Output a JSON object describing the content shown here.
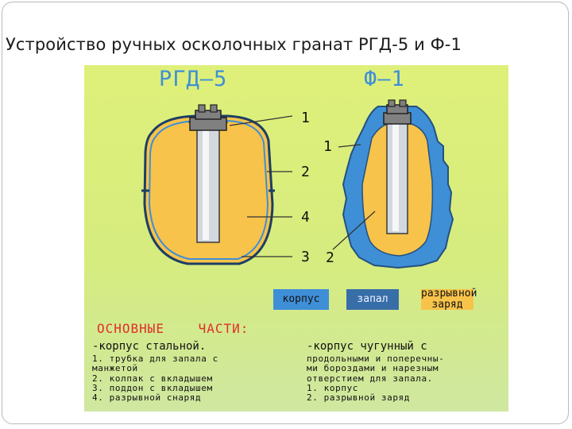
{
  "title": "Устройство ручных осколочных гранат РГД-5 и Ф-1",
  "diagram": {
    "left_header": "РГД–5",
    "right_header": "Ф–1",
    "left_labels": [
      "1",
      "2",
      "4",
      "3"
    ],
    "right_labels": [
      "1",
      "2"
    ],
    "legend": {
      "body": "корпус",
      "fuse": "запал",
      "charge_line1": "разрывной",
      "charge_line2": "заряд"
    },
    "colors": {
      "background": "#d8ee7c",
      "body_blue": "#3f8fd7",
      "fuse_blue": "#386ea8",
      "charge_orange": "#f7c34a",
      "parts_red": "#e0302a"
    }
  },
  "parts": {
    "heading": "ОСНОВНЫЕ    ЧАСТИ:",
    "rgd5": {
      "heading": "-корпус  стальной.",
      "lines": [
        "1. трубка для запала с",
        "манжетой",
        "2. колпак с вкладышем",
        "3. поддон с вкладышем",
        "4. разрывной снаряд"
      ]
    },
    "f1": {
      "heading": "-корпус  чугунный  с",
      "lines": [
        "продольными и поперечны-",
        "ми бороздами и нарезным",
        "отверстием  для запала.",
        "1. корпус",
        "2. разрывной  заряд"
      ]
    }
  }
}
